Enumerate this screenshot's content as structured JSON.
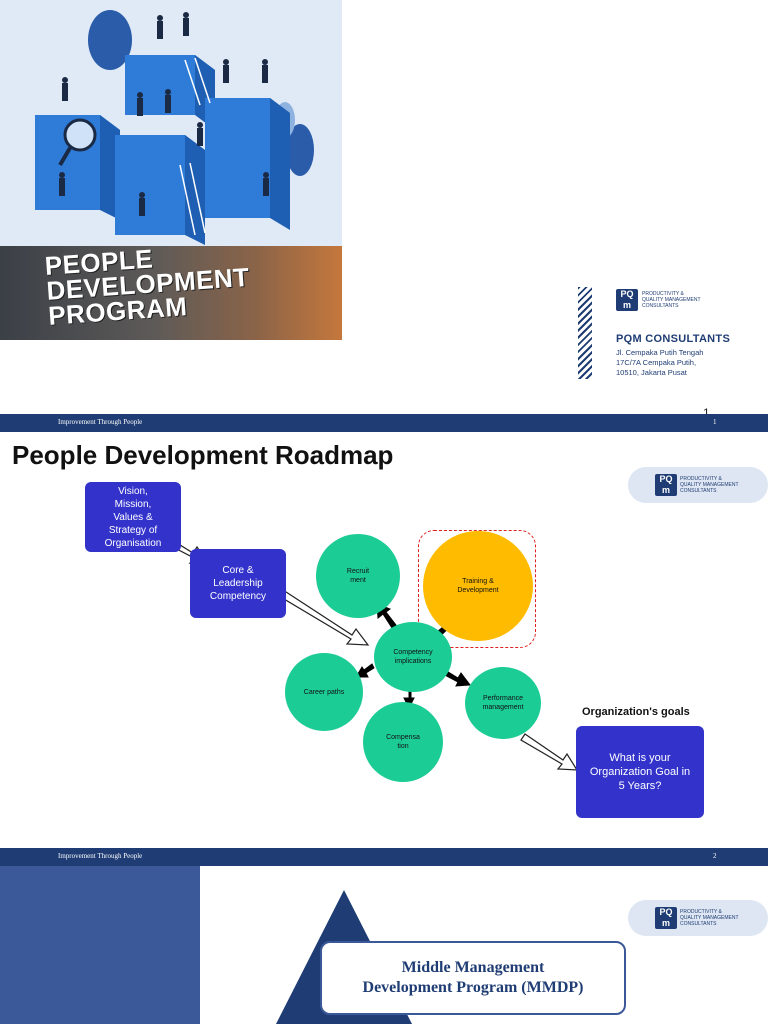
{
  "slide1": {
    "hero_title": "PEOPLE\nDEVELOPMENT\nPROGRAM",
    "logo_mark": "PQ\nm",
    "logo_tagline": "PRODUCTIVITY &\nQUALITY MANAGEMENT\nCONSULTANTS",
    "company_name": "PQM CONSULTANTS",
    "address": "Jl. Cempaka Putih Tengah\n17C/7A Cempaka Putih,\n10510, Jakarta Pusat",
    "page_number_large": "1"
  },
  "footer1": {
    "text": "Improvement Through People",
    "page": "1"
  },
  "slide2": {
    "title": "People Development Roadmap",
    "vision_box": "Vision,\nMission,\nValues &\nStrategy of\nOrganisation",
    "core_box": "Core &\nLeadership\nCompetency",
    "center": "Competency\nimplications",
    "recruitment": "Recruit\nment",
    "training": "Training &\nDevelopment",
    "career": "Career paths",
    "compensation": "Compensa\ntion",
    "performance": "Performance\nmanagement",
    "goals_label": "Organization's goals",
    "goal_box": "What is your\nOrganization Goal in\n5 Years?",
    "colors": {
      "box": "#3333cc",
      "circle": "#1ccc95",
      "highlight": "#ffbb00",
      "dash": "#e02020"
    }
  },
  "footer2": {
    "text": "Improvement Through People",
    "page": "2"
  },
  "slide3": {
    "title": "Middle Management\nDevelopment Program (MMDP)"
  },
  "colors": {
    "navy": "#1f3d74",
    "slate": "#3b5998"
  }
}
